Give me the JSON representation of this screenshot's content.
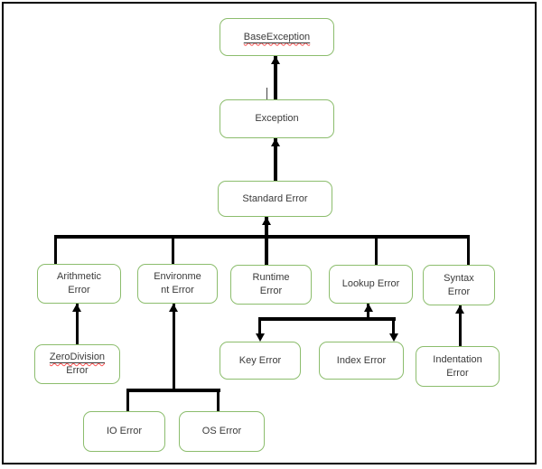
{
  "diagram": {
    "type": "hierarchy-flowchart",
    "description": "Exception class hierarchy diagram"
  },
  "colors": {
    "background": "#ffffff",
    "frame_border": "#000000",
    "box_border": "#8cbd6d",
    "connector": "#000000",
    "text": "#3a3a3a",
    "misspell_underline": "#ff4f4f"
  },
  "nodes": {
    "base_exception": {
      "lines": [
        "BaseException"
      ]
    },
    "exception": {
      "lines": [
        "Exception"
      ]
    },
    "standard_error": {
      "lines": [
        "Standard Error"
      ]
    },
    "arithmetic_error": {
      "lines": [
        "Arithmetic",
        "Error"
      ]
    },
    "environment_error": {
      "lines": [
        "Environme",
        "nt Error"
      ]
    },
    "runtime_error": {
      "lines": [
        "Runtime",
        "Error"
      ]
    },
    "lookup_error": {
      "lines": [
        "Lookup Error"
      ]
    },
    "syntax_error": {
      "lines": [
        "Syntax",
        "Error"
      ]
    },
    "zero_division_error": {
      "lines": [
        "ZeroDivision",
        "Error"
      ]
    },
    "key_error": {
      "lines": [
        "Key Error"
      ]
    },
    "index_error": {
      "lines": [
        "Index Error"
      ]
    },
    "indentation_error": {
      "lines": [
        "Indentation",
        "Error"
      ]
    },
    "io_error": {
      "lines": [
        "IO Error"
      ]
    },
    "os_error": {
      "lines": [
        "OS Error"
      ]
    }
  },
  "edges": [
    {
      "from": "Exception",
      "to": "BaseException"
    },
    {
      "from": "Standard Error",
      "to": "Exception"
    },
    {
      "from": "Arithmetic Error",
      "to": "Standard Error"
    },
    {
      "from": "Environme nt Error",
      "to": "Standard Error"
    },
    {
      "from": "Runtime Error",
      "to": "Standard Error"
    },
    {
      "from": "Lookup Error",
      "to": "Standard Error"
    },
    {
      "from": "Syntax Error",
      "to": "Standard Error"
    },
    {
      "from": "ZeroDivision Error",
      "to": "Arithmetic Error"
    },
    {
      "from": "IO Error",
      "to": "Environme nt Error"
    },
    {
      "from": "OS Error",
      "to": "Environme nt Error"
    },
    {
      "from": "Lookup Error",
      "to": "Key Error"
    },
    {
      "from": "Lookup Error",
      "to": "Index Error"
    },
    {
      "from": "Indentation Error",
      "to": "Syntax Error"
    }
  ]
}
